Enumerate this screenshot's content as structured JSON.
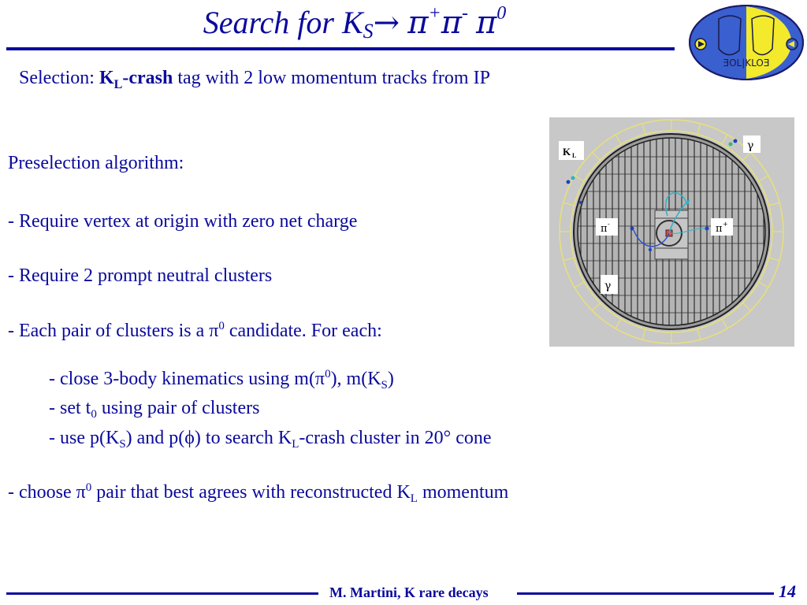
{
  "title": {
    "prefix": "Search for K",
    "sub_s": "S",
    "arrow": "→",
    "pi1": "π",
    "sup1": "+",
    "pi2": "π",
    "sup2": "-",
    "pi3": "π",
    "sup3": "0"
  },
  "subtitle": {
    "lead": "Selection: ",
    "k": "K",
    "sub_l": "L",
    "crash": "-crash",
    "rest": " tag with 2 low momentum tracks from IP"
  },
  "preselection_heading": "Preselection algorithm:",
  "bullets": {
    "b1": "- Require vertex at origin with zero net charge",
    "b2": "- Require 2 prompt neutral clusters",
    "b3_a": "- Each pair of clusters is a π",
    "b3_sup": "0",
    "b3_b": " candidate. For each:"
  },
  "sub_bullets": {
    "s1_a": "- close 3-body kinematics using m(π",
    "s1_sup": "0",
    "s1_b": "), m(K",
    "s1_sub": "S",
    "s1_c": ")",
    "s2_a": "- set t",
    "s2_sub": "0",
    "s2_b": " using pair of clusters",
    "s3_a": "- use p(K",
    "s3_sub": "S",
    "s3_b": ") and p(ϕ) to search K",
    "s3_sub2": "L",
    "s3_c": "-crash cluster in 20° cone"
  },
  "last_bullet": {
    "a": "- choose π",
    "sup": "0",
    "b": " pair that best agrees with reconstructed K",
    "sub": "L",
    "c": " momentum"
  },
  "figure_labels": {
    "kl": "K",
    "kl_sub": "L",
    "gamma_top": "γ",
    "pi_minus": "π",
    "pi_minus_sup": "-",
    "pi_plus": "π",
    "pi_plus_sup": "+",
    "gamma_bottom": "γ"
  },
  "logo_text": "ƎOL|KLOƎ",
  "footer": "M. Martini, K rare decays",
  "page_number": "14",
  "colors": {
    "text": "#0a0a9c",
    "logo_blue": "#3a5fcf",
    "logo_yellow": "#f2ea2a"
  }
}
